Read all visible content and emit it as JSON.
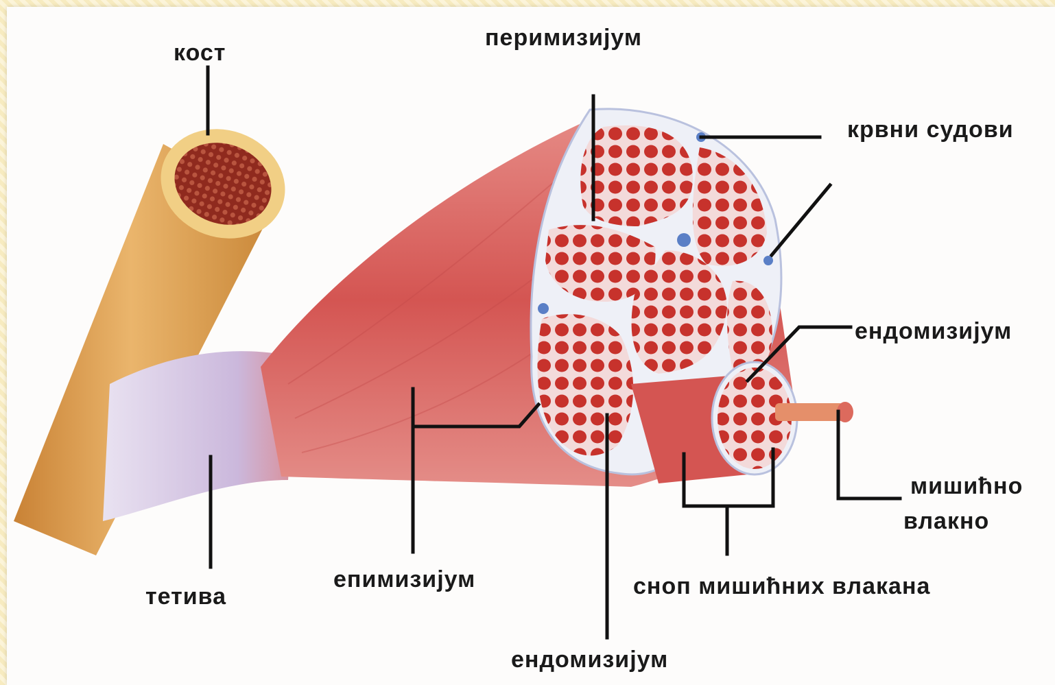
{
  "diagram": {
    "labels": {
      "kost": "кост",
      "perimizijum": "перимизијум",
      "krvni_sudovi": "крвни судови",
      "endomizijum_right": "ендомизијум",
      "misicno_vlakno_line1": "мишићно",
      "misicno_vlakno_line2": "влакно",
      "tetiva": "тетива",
      "epimizijum": "епимизијум",
      "snop": "сноп мишићних влакана",
      "endomizijum_bottom": "ендомизијум"
    },
    "colors": {
      "bone": "#e2a458",
      "bone_marrow": "#a63a2a",
      "tendon": "#d9cce6",
      "muscle": "#d85a58",
      "fiber": "#c3302a",
      "connective": "#eef0f7",
      "vessel": "#5a7fc6",
      "leader_line": "#111111"
    }
  }
}
